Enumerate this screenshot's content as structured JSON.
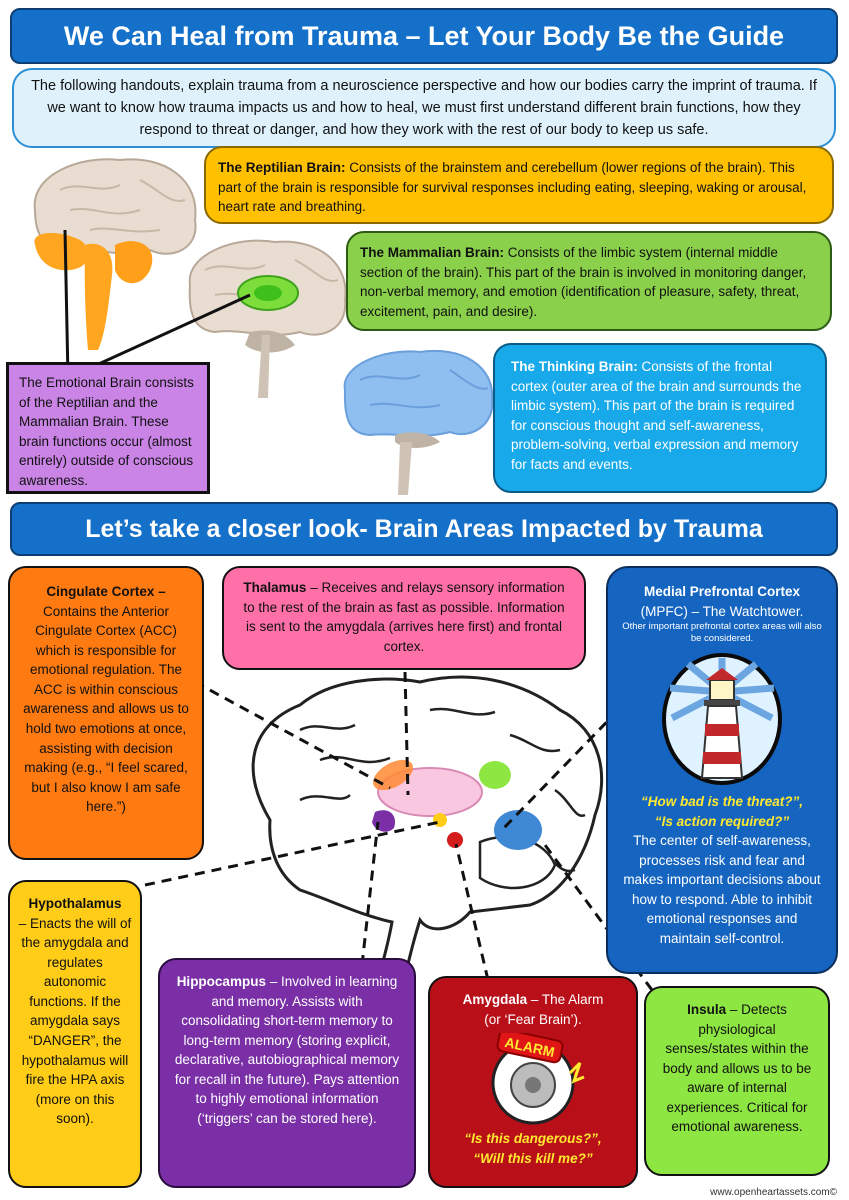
{
  "header": {
    "title": "We Can Heal from Trauma – Let Your Body Be the Guide"
  },
  "intro": {
    "text": "The following handouts, explain trauma from a neuroscience perspective and how our bodies carry the imprint of trauma. If we want to know how trauma impacts us and how to heal, we must first understand different brain functions, how they respond to threat or danger, and how they work with the rest of our body to keep us safe."
  },
  "reptilian": {
    "heading": "The Reptilian Brain:",
    "text": " Consists of the brainstem and cerebellum (lower regions of the brain). This part of the brain is responsible for survival responses including eating, sleeping, waking or arousal, heart rate and breathing."
  },
  "mammalian": {
    "heading": "The Mammalian Brain:",
    "text": " Consists of the limbic system (internal middle section of the brain). This part of the brain is involved in monitoring danger, non-verbal memory, and emotion (identification of pleasure, safety, threat, excitement, pain, and desire)."
  },
  "emotional": {
    "text": "The Emotional Brain consists of the Reptilian and the Mammalian Brain. These brain functions occur (almost entirely) outside of conscious awareness."
  },
  "thinking": {
    "heading": "The Thinking Brain:",
    "text": " Consists of the frontal cortex (outer area of the brain and surrounds the limbic system). This part of the brain is required for conscious thought and self-awareness, problem-solving, verbal expression and memory for facts and events."
  },
  "section2": {
    "title": "Let’s take a closer look- Brain Areas Impacted by Trauma"
  },
  "cingulate": {
    "heading": "Cingulate Cortex –",
    "text": "Contains the Anterior Cingulate Cortex (ACC) which is responsible for emotional regulation. The ACC is within conscious awareness and allows us to hold two emotions at once, assisting with decision making (e.g., “I feel scared, but I also know I am safe here.”)"
  },
  "thalamus": {
    "heading": "Thalamus",
    "text": " – Receives and relays sensory information to the rest of the brain as fast as possible. Information is sent to the amygdala (arrives here first) and frontal cortex."
  },
  "mpfc": {
    "heading": "Medial Prefrontal Cortex",
    "subheading": "(MPFC) – The Watchtower.",
    "note": "Other important prefrontal cortex areas will also be considered.",
    "quote1": "“How bad is the threat?”,",
    "quote2": "“Is action required?”",
    "text": "The center of self-awareness, processes risk and fear and makes important decisions about how to respond. Able to inhibit emotional responses and maintain self-control."
  },
  "hypothalamus": {
    "heading": "Hypothalamus",
    "text": "– Enacts the will of the amygdala and regulates autonomic functions. If the amygdala says “DANGER”, the hypothalamus will fire the HPA axis (more on this soon)."
  },
  "hippocampus": {
    "heading": "Hippocampus",
    "text": " – Involved in learning and memory. Assists with consolidating short-term memory to long-term memory (storing explicit, declarative, autobiographical memory for recall in the future). Pays attention to highly emotional information (‘triggers’ can be stored here)."
  },
  "amygdala": {
    "heading": "Amygdala",
    "subheading": " – The Alarm",
    "subheading2": "(or ‘Fear Brain’).",
    "alarm_label": "ALARM",
    "quote1": "“Is this dangerous?”,",
    "quote2": "“Will this kill me?”"
  },
  "insula": {
    "heading": "Insula",
    "text": " – Detects physiological senses/states within the body and allows us to be aware of internal experiences. Critical for emotional awareness."
  },
  "footer": {
    "url": "www.openheartassets.com©"
  },
  "colors": {
    "banner": "#1470c8",
    "reptilian": "#ffc000",
    "mammalian": "#8ad04a",
    "emotional": "#c984e6",
    "thinking": "#18a9ea",
    "cingulate": "#ff7a10",
    "thalamus": "#ff6fa8",
    "mpfc": "#1565c0",
    "hypothalamus": "#ffcc17",
    "hippocampus": "#7a2fa6",
    "amygdala": "#b80f18",
    "insula": "#8ee642"
  }
}
